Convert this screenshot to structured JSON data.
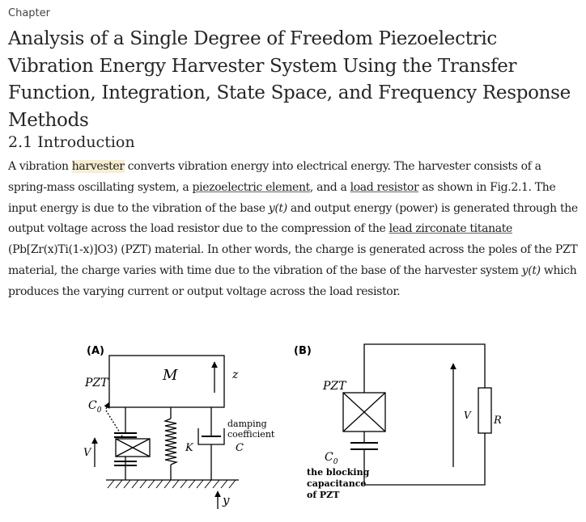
{
  "kicker": "Chapter",
  "title": "Analysis of a Single Degree of Freedom Piezoelectric Vibration Energy Harvester System Using the Transfer Function, Integration, State Space, and Frequency Response Methods",
  "section": {
    "heading": "2.1 Introduction"
  },
  "paragraph": {
    "t1": "A vibration ",
    "harvester": "harvester",
    "t2": " converts vibration energy into electrical energy. The harvester consists of a spring-mass oscillating system, a ",
    "piezo_link": "piezoelectric element",
    "t3": ", and a ",
    "load_link": "load resistor",
    "t4": " as shown in Fig.2.1. The input energy is due to the vibration of the base ",
    "y_t_1": "y(t)",
    "t5": " and output energy (power) is generated through the output voltage across the load resistor due to the compression of the ",
    "pzt_link": "lead zirconate titanate",
    "t6": " (Pb[Zr(x)Ti(1-x)]O3) (PZT) material. In other words, the charge is generated across the poles of the PZT material, the charge varies with time due to the vibration of the base of the harvester system ",
    "y_t_2": "y(t)",
    "t7": " which produces the varying current or output voltage across the load resistor."
  },
  "figure": {
    "panel_a": {
      "label": "(A)",
      "pzt": "PZT",
      "c0": "C",
      "c0_sub": "0",
      "mass": "M",
      "z": "z",
      "v": "V",
      "k": "K",
      "damping_line1": "damping",
      "damping_line2": "coefficient",
      "c": "C",
      "y": "y"
    },
    "panel_b": {
      "label": "(B)",
      "pzt": "PZT",
      "c0": "C",
      "c0_sub": "0",
      "blocking_line1": "the blocking",
      "blocking_line2": "capacitance",
      "blocking_line3": "of PZT",
      "v": "V",
      "r": "R"
    }
  }
}
